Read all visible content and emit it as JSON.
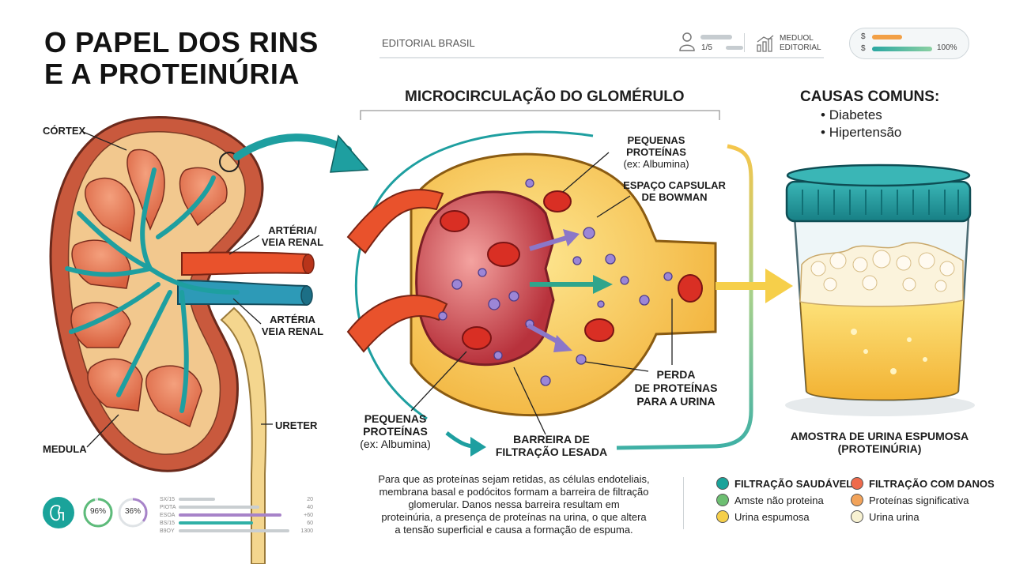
{
  "title": {
    "line1": "O PAPEL DOS RINS",
    "line2": "E A PROTEINÚRIA"
  },
  "header": {
    "brand": "EDITORIAL BRASIL",
    "page_counter": "1/5",
    "editorial_line1": "MEDUOL",
    "editorial_line2": "EDITORIAL",
    "pill": {
      "symbol1": "$",
      "symbol2": "$",
      "percent": "100%"
    }
  },
  "kidney": {
    "cortex": "CÓRTEX",
    "artery1_line1": "ARTÉRIA/",
    "artery1_line2": "VEIA RENAL",
    "artery2_line1": "ARTÉRIA",
    "artery2_line2": "VEIA RENAL",
    "ureter": "URETER",
    "medula": "MEDULA"
  },
  "glomerulus": {
    "section_title": "MICROCIRCULAÇÃO DO GLOMÉRULO",
    "proteins_top_line1": "PEQUENAS PROTEÍNAS",
    "proteins_top_line2": "(ex: Albumina)",
    "bowman_line1": "ESPAÇO CAPSULAR",
    "bowman_line2": "DE BOWMAN",
    "loss_line1": "PERDA",
    "loss_line2": "DE PROTEÍNAS",
    "loss_line3": "PARA A URINA",
    "proteins_bottom_line1": "PEQUENAS",
    "proteins_bottom_line2": "PROTEÍNAS",
    "proteins_bottom_line3": "(ex: Albumina)",
    "barrier_line1": "BARREIRA DE",
    "barrier_line2": "FILTRAÇÃO LESADA"
  },
  "causes": {
    "title": "CAUSAS COMUNS:",
    "items": [
      "Diabetes",
      "Hipertensão"
    ]
  },
  "urine": {
    "label_line1": "AMOSTRA DE URINA ESPUMOSA",
    "label_line2": "(PROTEINÚRIA)"
  },
  "caption": {
    "line1": "Para que as proteínas sejam retidas, as células endoteliais,",
    "line2": "membrana basal e podócitos formam a barreira de filtração",
    "line3": "glomerular. Danos nessa barreira resultam em",
    "line4": "proteinúria, a presença de proteínas na urina, o que altera",
    "line5": "a tensão superficial e causa a formação de espuma."
  },
  "legend": {
    "items": [
      {
        "label": "FILTRAÇÃO SAUDÁVEL",
        "color": "#1aa39a"
      },
      {
        "label": "FILTRAÇÃO COM DANOS",
        "color": "#ee6a4c"
      },
      {
        "label": "Amste não proteina",
        "color": "#6dbf72"
      },
      {
        "label": "Proteínas significativa",
        "color": "#f2a35a"
      },
      {
        "label": "Urina espumosa",
        "color": "#f6cf4a"
      },
      {
        "label": "Urina urina",
        "color": "#f8f2d2"
      }
    ]
  },
  "stats": {
    "gauge1": "96%",
    "gauge2": "36%",
    "rows": [
      {
        "label": "SX/15",
        "value": "20",
        "fill": 0.4,
        "color": "#c9ced1"
      },
      {
        "label": "PIOTA",
        "value": "40",
        "fill": 0.6,
        "color": "#c9ced1"
      },
      {
        "label": "ESOA",
        "value": "+60",
        "fill": 0.75,
        "color": "#a783c9"
      },
      {
        "label": "BS/15",
        "value": "60",
        "fill": 0.55,
        "color": "#2fb0a6"
      },
      {
        "label": "B9OY",
        "value": "1300",
        "fill": 0.95,
        "color": "#c9ced1"
      }
    ]
  },
  "colors": {
    "teal": "#1e9fa0",
    "kidney_outer": "#c9593d",
    "blood_red": "#d92f24",
    "capsule_yellow": "#f7c54a",
    "protein_purple": "#9c86d6"
  }
}
